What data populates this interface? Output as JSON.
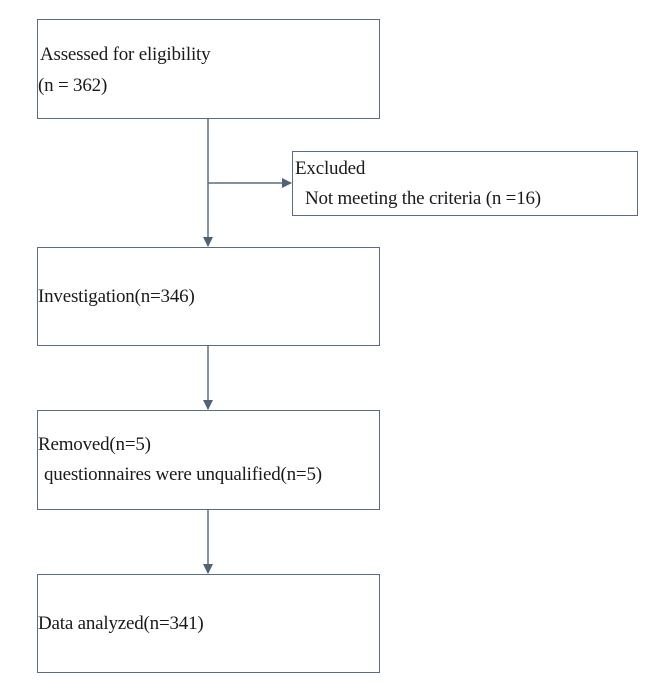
{
  "boxes": {
    "assessed": {
      "line1": "Assessed for eligibility",
      "line2": "(n = 362)"
    },
    "excluded": {
      "line1": "Excluded",
      "line2": "Not meeting the criteria (n =16)"
    },
    "investigation": {
      "line1": "Investigation(n=346)"
    },
    "removed": {
      "line1": "Removed(n=5)",
      "line2": "questionnaires were unqualified(n=5)"
    },
    "analyzed": {
      "line1": "Data analyzed(n=341)"
    }
  },
  "colors": {
    "stroke": "#5a6d80",
    "text": "#1a1a1a"
  }
}
